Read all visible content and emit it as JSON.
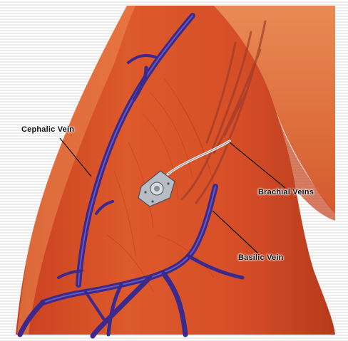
{
  "labels": {
    "cephalic": "Cephalic Vein",
    "brachial": "Brachial Veins",
    "basilic": "Basilic Vein"
  },
  "colors": {
    "skin": "#d8502a",
    "skin_shadow": "#b8381c",
    "skin_highlight": "#ec8a52",
    "vein": "#3b2a8c",
    "vein_highlight": "#7a6cd0",
    "brachial_vessel": "#9a3a28",
    "background_stripe": "#e6e6e6",
    "port": "#b8bcc4"
  },
  "icons": {
    "port_device": "implanted-port-icon"
  }
}
